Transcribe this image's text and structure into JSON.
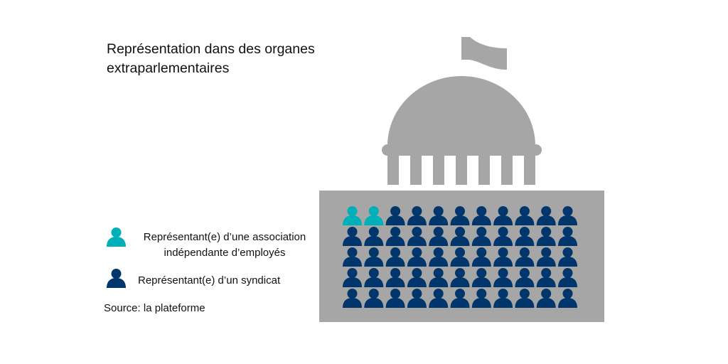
{
  "title": "Représentation dans des organes extraparlementaires",
  "legend": [
    {
      "label_line1": "Représentant(e) d’une association",
      "label_line2": "indépendante d’employés",
      "color": "#00b0b9",
      "icon": "person-icon"
    },
    {
      "label_line1": "Représentant(e) d’un syndicat",
      "color": "#00366c",
      "icon": "person-icon"
    }
  ],
  "source": "Source: la plateforme",
  "colors": {
    "building": "#a6a6a6",
    "association": "#00b0b9",
    "syndicat": "#00366c"
  },
  "chart_data": {
    "type": "pictogram",
    "title": "Représentation dans des organes extraparlementaires",
    "columns": 11,
    "rows": 5,
    "series": [
      {
        "name": "Représentant(e) d’une association indépendante d’employés",
        "value": 2
      },
      {
        "name": "Représentant(e) d’un syndicat",
        "value": 53
      }
    ],
    "total": 55
  }
}
